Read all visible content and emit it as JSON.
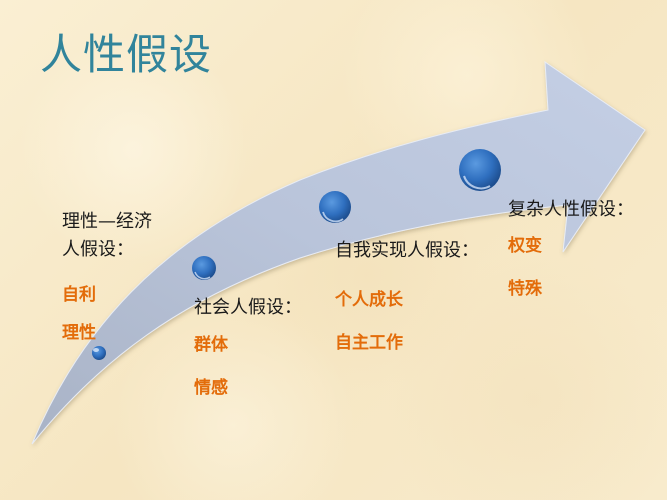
{
  "title": "人性假设",
  "colors": {
    "title": "#31849b",
    "keyword": "#e36c0a",
    "arrow": "#b7c3d9",
    "node": "#2e6fba",
    "background": "#f8ebcb"
  },
  "stages": [
    {
      "heading_line1": "理性—经济",
      "heading_line2": "人假设：",
      "keywords": [
        "自利",
        "理性"
      ]
    },
    {
      "heading": "社会人假设：",
      "keywords": [
        "群体",
        "情感"
      ]
    },
    {
      "heading": "自我实现人假设：",
      "keywords": [
        "个人成长",
        "自主工作"
      ]
    },
    {
      "heading": "复杂人性假设：",
      "keywords": [
        "权变",
        "特殊"
      ]
    }
  ]
}
